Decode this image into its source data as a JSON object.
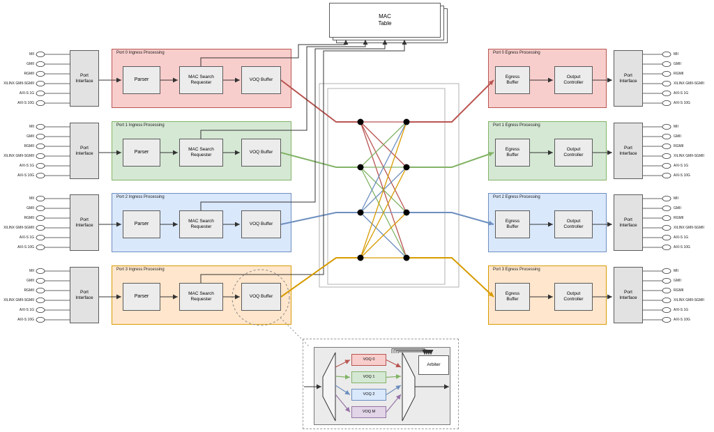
{
  "colors": {
    "port_fills": [
      "#f8cecc",
      "#d5e8d4",
      "#dae8fc",
      "#ffe6cc"
    ],
    "port_lines": [
      "#b85450",
      "#82b366",
      "#6c8ebf",
      "#d79b00"
    ],
    "queue_fills": [
      "#f8cecc",
      "#d5e8d4",
      "#dae8fc",
      "#e1d5e7"
    ],
    "queue_lines": [
      "#b85450",
      "#82b366",
      "#6c8ebf",
      "#9673a6"
    ],
    "wire": "#333333"
  },
  "mac_table": {
    "label": "MAC\nTable"
  },
  "port_interface": {
    "label": "Port\nInterface"
  },
  "interfaces": [
    "MII",
    "GMII",
    "RGMII",
    "XILINX GMII-SGMII",
    "AXI-S 1G",
    "AXI-S 10G"
  ],
  "ingress": {
    "ports": [
      {
        "title": "Port 0 Ingress Processing"
      },
      {
        "title": "Port 1 Ingress Processing"
      },
      {
        "title": "Port 2 Ingress Processing"
      },
      {
        "title": "Port 3 Ingress Processing"
      }
    ],
    "blocks": {
      "parser": "Parser",
      "mac_search": "MAC Search\nRequester",
      "voq_buffer": "VOQ Buffer"
    }
  },
  "egress": {
    "ports": [
      {
        "title": "Port 0 Egress Processing"
      },
      {
        "title": "Port 1 Egress Processing"
      },
      {
        "title": "Port 2 Egress Processing"
      },
      {
        "title": "Port 3 Egress Processing"
      }
    ],
    "blocks": {
      "egress_buffer": "Egress\nBuffer",
      "output_controller": "Output\nController"
    }
  },
  "voq_detail": {
    "queues": [
      {
        "label": "VOQ 0"
      },
      {
        "label": "VOQ 1"
      },
      {
        "label": "VOQ 2"
      },
      {
        "label": "VOQ M"
      }
    ],
    "arbiter": "Arbiter"
  }
}
